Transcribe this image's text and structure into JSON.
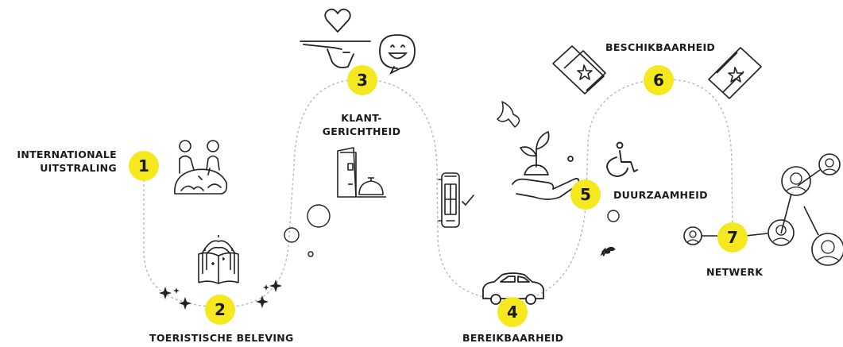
{
  "colors": {
    "badge": "#f6e81f",
    "line": "#222222",
    "path": "#b9b9b9"
  },
  "steps": [
    {
      "number": "1",
      "label": "INTERNATIONALE\nUITSTRALING"
    },
    {
      "number": "2",
      "label": "TOERISTISCHE BELEVING"
    },
    {
      "number": "3",
      "label": "KLANT-\nGERICHTHEID"
    },
    {
      "number": "4",
      "label": "BEREIKBAARHEID"
    },
    {
      "number": "5",
      "label": "DUURZAAMHEID"
    },
    {
      "number": "6",
      "label": "BESCHIKBAARHEID"
    },
    {
      "number": "7",
      "label": "NETWERK"
    }
  ],
  "icons": [
    "people-map-icon",
    "magic-book-icon",
    "sparkles-icon",
    "heart-icon",
    "waiter-tray-icon",
    "smiley-speech-bubble-icon",
    "menu-bell-icon",
    "bubbles-icon",
    "bus-check-icon",
    "car-icon",
    "plant-hand-icon",
    "butterfly-icon",
    "wheelchair-icon",
    "tickets-icon",
    "network-people-icon"
  ]
}
